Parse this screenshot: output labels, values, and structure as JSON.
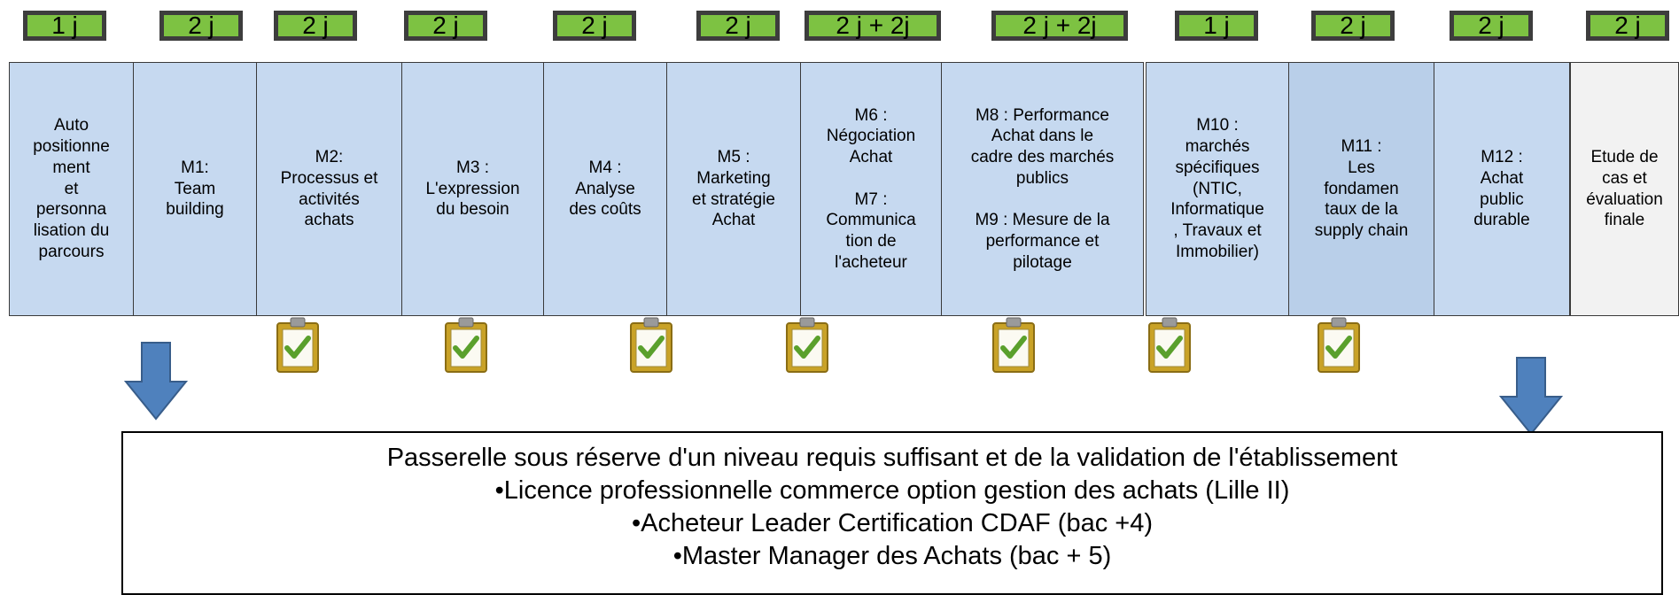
{
  "durations": [
    "1 j",
    "2 j",
    "2 j",
    "2 j",
    "2 j",
    "2 j",
    "2 j + 2j",
    "2 j + 2j",
    "1 j",
    "2 j",
    "2 j",
    "2 j"
  ],
  "modules": [
    "Auto\npositionne\nment\net\npersonna\nlisation du\nparcours",
    "M1:\nTeam\nbuilding",
    "M2:\nProcessus et\nactivités\nachats",
    "M3 :\nL'expression\ndu besoin",
    "M4 :\nAnalyse\ndes coûts",
    "M5 :\nMarketing\net stratégie\nAchat",
    "M6 :\nNégociation\nAchat\n\nM7 :\nCommunica\ntion de\nl'acheteur",
    "M8 : Performance\nAchat dans le\ncadre des marchés\npublics\n\nM9 : Mesure de la\nperformance et\npilotage",
    "M10 :\nmarchés\nspécifiques\n(NTIC,\nInformatique\n, Travaux et\nImmobilier)",
    "M11 :\nLes\nfondamen\ntaux de la\nsupply chain",
    "M12 :\nAchat\npublic\ndurable",
    "Etude de\ncas et\névaluation\nfinale"
  ],
  "passerelle": {
    "heading": "Passerelle sous réserve d'un niveau requis suffisant et de la validation de l'établissement",
    "items": [
      "•Licence professionnelle commerce option gestion des achats (Lille II)",
      "•Acheteur Leader Certification CDAF (bac +4)",
      "•Master Manager des Achats (bac + 5)"
    ]
  },
  "colors": {
    "badge_fill": "#7dc242",
    "badge_border": "#3d3d3d",
    "module_fill": "#c6d9f0",
    "final_fill": "#f2f2f2",
    "arrow": "#4f81bd"
  },
  "icons": [
    "clipboard-check-icon",
    "arrow-down-icon"
  ]
}
